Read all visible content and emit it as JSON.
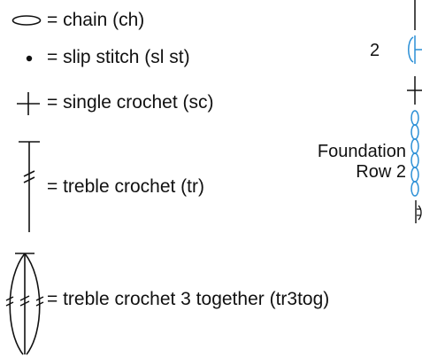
{
  "legend": {
    "items": [
      {
        "symbol": "chain-oval",
        "text": "= chain (ch)"
      },
      {
        "symbol": "slip-stitch-dot",
        "text": "= slip stitch (sl st)"
      },
      {
        "symbol": "single-crochet-cross",
        "text": "= single crochet (sc)"
      },
      {
        "symbol": "treble-crochet",
        "text": "= treble crochet (tr)"
      },
      {
        "symbol": "treble-crochet-3-together",
        "text": "= treble crochet 3 together (tr3tog)"
      }
    ]
  },
  "chart_fragment": {
    "row_number": "2",
    "foundation_label_line1": "Foundation",
    "foundation_label_line2": "Row 2",
    "accent_color": "#2a8fd6",
    "ink_color": "#111111"
  }
}
